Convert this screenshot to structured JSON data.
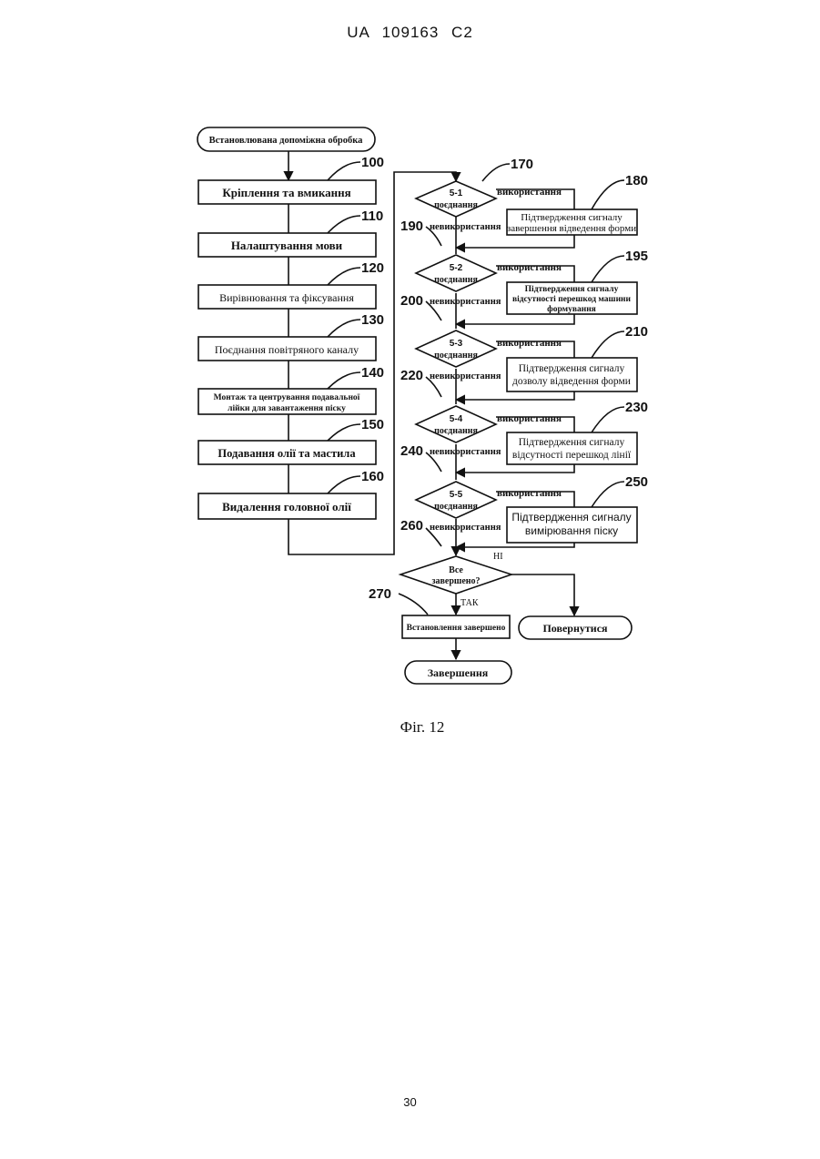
{
  "header": "UA   109163   C2",
  "page_number": "30",
  "figure_caption": "Фіг. 12",
  "terminals": {
    "start": "Встановлювана допоміжна обробка",
    "return": "Повернутися",
    "end": "Завершення"
  },
  "steps": [
    {
      "ref": "100",
      "label": "Кріплення та вмикання"
    },
    {
      "ref": "110",
      "label": "Налаштування мови"
    },
    {
      "ref": "120",
      "label": "Вирівнювання та фіксування"
    },
    {
      "ref": "130",
      "label": "Поєднання повітряного каналу"
    },
    {
      "ref": "140",
      "label_line1": "Монтаж та центрування подавальної",
      "label_line2": "лійки для завантаження піску"
    },
    {
      "ref": "150",
      "label": "Подавання олії та мастила"
    },
    {
      "ref": "160",
      "label": "Видалення головної олії"
    }
  ],
  "decisions": [
    {
      "ref": "170",
      "id": "5-1",
      "text": "поєднання",
      "yes": "використання",
      "no_ref": "190",
      "no": "невикористання"
    },
    {
      "id": "5-2",
      "text": "поєднання",
      "yes": "використання",
      "no_ref": "200",
      "no": "невикористання"
    },
    {
      "id": "5-3",
      "text": "поєднання",
      "yes": "використання",
      "no_ref": "220",
      "no": "невикористання"
    },
    {
      "id": "5-4",
      "text": "поєднання",
      "yes": "використання",
      "no_ref": "240",
      "no": "невикористання"
    },
    {
      "id": "5-5",
      "text": "поєднання",
      "yes": "використання",
      "no_ref": "260",
      "no": "невикористання"
    }
  ],
  "confirmations": [
    {
      "ref": "180",
      "line1": "Підтвердження сигналу",
      "line2": "завершення відведення форми"
    },
    {
      "ref": "195",
      "line1": "Підтвердження сигналу",
      "line2": "відсутності перешкод машини",
      "line3": "формування"
    },
    {
      "ref": "210",
      "line1": "Підтвердження сигналу",
      "line2": "дозволу відведення форми"
    },
    {
      "ref": "230",
      "line1": "Підтвердження сигналу",
      "line2": "відсутності перешкод лінії"
    },
    {
      "ref": "250",
      "line1": "Підтвердження сигналу",
      "line2": "вимірювання піску"
    }
  ],
  "final_decision": {
    "line1": "Все",
    "line2": "завершено?",
    "no": "НІ",
    "yes": "ТАК"
  },
  "completion_step": {
    "ref": "270",
    "label": "Встановлення завершено"
  }
}
